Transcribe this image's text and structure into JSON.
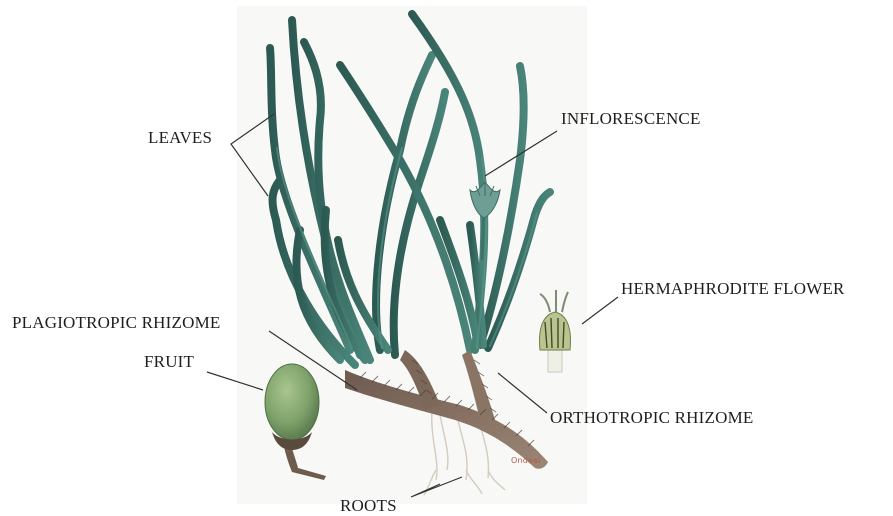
{
  "labels": {
    "leaves": "LEAVES",
    "inflorescence": "INFLORESCENCE",
    "hermaphrodite_flower": "HERMAPHRODITE FLOWER",
    "plagiotropic_rhizome": "PLAGIOTROPIC RHIZOME",
    "fruit": "FRUIT",
    "orthotropic_rhizome": "ORTHOTROPIC RHIZOME",
    "roots": "ROOTS"
  },
  "signature": "Ondeal",
  "colors": {
    "leaf": "#2f5f57",
    "leaf_light": "#4f8a7c",
    "rhizome": "#7a6658",
    "fruit": "#7fa36b",
    "root": "#cfc7b8",
    "line": "#333333"
  }
}
